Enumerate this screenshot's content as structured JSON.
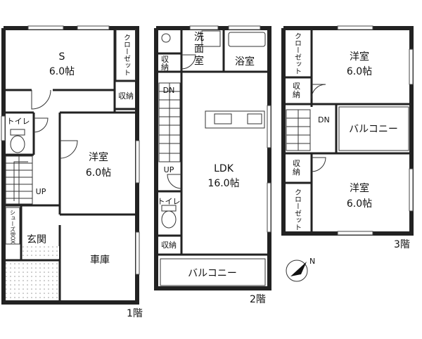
{
  "floors": {
    "f1": {
      "label": "1階",
      "rooms": {
        "s_name": "S",
        "s_size": "6.0帖",
        "closet1": "クローゼット",
        "storage1": "収納",
        "toilet1": "トイレ",
        "youshitsu_name": "洋室",
        "youshitsu_size": "6.0帖",
        "up": "UP",
        "shoes_box": "シューズBOX",
        "genkan": "玄関",
        "garage": "車庫"
      }
    },
    "f2": {
      "label": "2階",
      "rooms": {
        "sentakushitsu": "洗面室",
        "bath": "浴室",
        "storage_a": "収納",
        "dn": "DN",
        "up": "UP",
        "ldk_name": "LDK",
        "ldk_size": "16.0帖",
        "toilet": "トイレ",
        "storage_b": "収納",
        "balcony": "バルコニー"
      }
    },
    "f3": {
      "label": "3階",
      "rooms": {
        "closet_top": "クローゼット",
        "youshitsu1_name": "洋室",
        "youshitsu1_size": "6.0帖",
        "storage_top": "収納",
        "dn": "DN",
        "balcony": "バルコニー",
        "storage_bottom": "収納",
        "closet_bottom": "クローゼット",
        "youshitsu2_name": "洋室",
        "youshitsu2_size": "6.0帖"
      }
    }
  },
  "compass": {
    "label": "N"
  }
}
